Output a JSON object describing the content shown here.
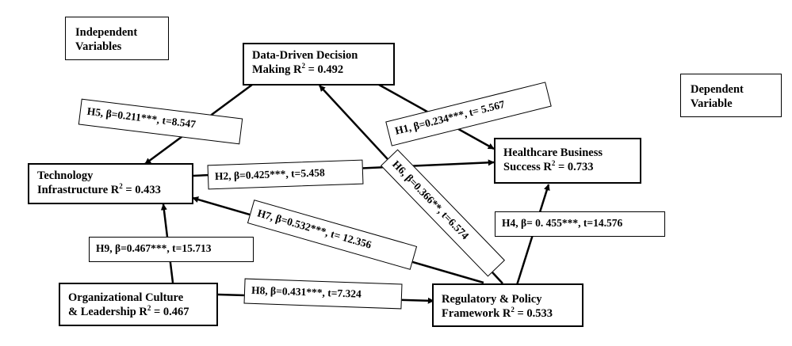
{
  "legend": {
    "independent": "Independent Variables",
    "dependent": "Dependent Variable"
  },
  "nodes": {
    "ddm": {
      "line1": "Data-Driven Decision",
      "line2": "Making R",
      "sup": "2",
      "tail": " = 0.492"
    },
    "hbs": {
      "line1": "Healthcare Business",
      "line2": "Success R",
      "sup": "2",
      "tail": " = 0.733"
    },
    "ti": {
      "line1": "Technology",
      "line2": "Infrastructure R",
      "sup": "2",
      "tail": " = 0.433"
    },
    "ocl": {
      "line1": "Organizational Culture",
      "line2": "& Leadership R",
      "sup": "2",
      "tail": " = 0.467"
    },
    "rpf": {
      "line1": "Regulatory & Policy",
      "line2": "Framework R",
      "sup": "2",
      "tail": " = 0.533"
    }
  },
  "paths": {
    "h1": "H1, β=0.234***, t= 5.567",
    "h2": "H2, β=0.425***, t=5.458",
    "h4": "H4, β= 0. 455***, t=14.576",
    "h5": "H5, β=0.211***, t=8.547",
    "h6": "H6, β=0.366**, t=6.574",
    "h7": "H7, β=0.532***, t= 12.356",
    "h8": "H8, β=0.431***, t=7.324",
    "h9": "H9, β=0.467***, t=15.713"
  },
  "colors": {
    "line": "#000000",
    "background": "#ffffff"
  }
}
